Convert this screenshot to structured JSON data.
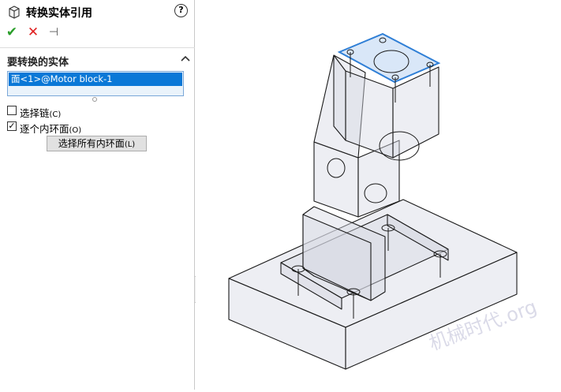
{
  "panel": {
    "title": "转换实体引用",
    "help_symbol": "?",
    "ok_symbol": "✔",
    "cancel_symbol": "✕",
    "pin_symbol": "⊣",
    "section_title": "要转换的实体",
    "entity_item": "面<1>@Motor block-1",
    "select_chain_label": "选择链",
    "select_chain_hotkey": "(C)",
    "select_chain_checked": false,
    "each_inner_label": "逐个内环面",
    "each_inner_hotkey": "(O)",
    "each_inner_checked": true,
    "each_inner_check_mark": "✓",
    "select_all_label": "选择所有内环面",
    "select_all_hotkey": "(L)"
  },
  "viewport": {
    "watermark": "机械时代.org",
    "model_edge_color": "#1a1a1a",
    "model_face_color": "#d8dae4",
    "selected_face_color": "#2f7fd6"
  }
}
